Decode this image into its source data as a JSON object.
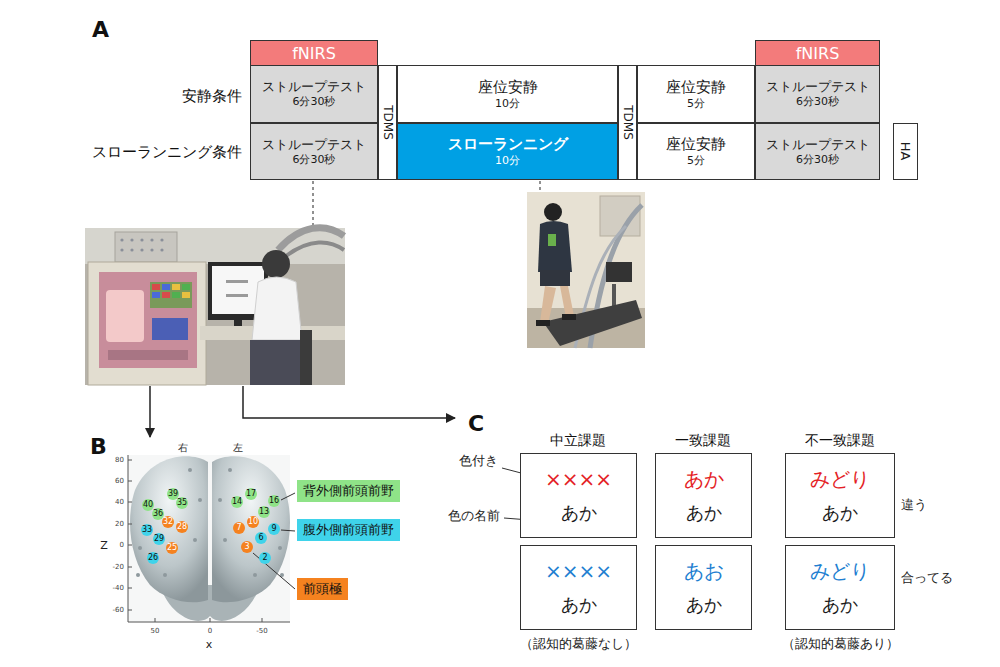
{
  "diagram": {
    "nodes": [
      {
        "text": [
          "fNIRS"
        ]
      },
      {
        "text": [
          "fNIRS"
        ]
      },
      {
        "text": [
          "ストループテスト",
          "6分30秒"
        ]
      },
      {
        "text": [
          "TDMS"
        ]
      },
      {
        "text": [
          "座位安静",
          "10分"
        ]
      },
      {
        "text": [
          "TDMS"
        ]
      },
      {
        "text": [
          "座位安静",
          "5分"
        ]
      },
      {
        "text": [
          "ストループテスト",
          "6分30秒"
        ]
      },
      {
        "text": [
          "ストループテスト",
          "6分30秒"
        ]
      },
      {
        "text": [
          "スローランニング",
          "10分"
        ]
      },
      {
        "text": [
          "座位安静",
          "5分"
        ]
      },
      {
        "text": [
          "ストループテスト",
          "6分30秒"
        ]
      },
      {
        "text": [
          "HA"
        ]
      },
      {
        "text": [
          "××××",
          "あか"
        ]
      },
      {
        "text": [
          "あか",
          "あか"
        ]
      },
      {
        "text": [
          "みどり",
          "あか"
        ]
      },
      {
        "text": [
          "××××",
          "あか"
        ]
      },
      {
        "text": [
          "あお",
          "あか"
        ]
      },
      {
        "text": [
          "みどり",
          "あか"
        ]
      }
    ],
    "labels": [
      "A",
      "安静条件",
      "スローランニング条件",
      "B",
      "右",
      "左",
      "80",
      "60",
      "40",
      "20",
      "0",
      "-20",
      "-40",
      "-60",
      "Z",
      "50",
      "0",
      "-50",
      "x",
      "39",
      "35",
      "40",
      "36",
      "32",
      "28",
      "33",
      "29",
      "25",
      "26",
      "14",
      "17",
      "16",
      "13",
      "10",
      "7",
      "9",
      "6",
      "3",
      "2",
      "C",
      "中立課題",
      "一致課題",
      "不一致課題",
      "色付き",
      "色の名前",
      "違う",
      "合ってる",
      "（認知的葛藤なし）",
      "（認知的葛藤あり）"
    ],
    "legend": [
      {
        "text": "背外側前頭前野",
        "color": "#8fe388"
      },
      {
        "text": "腹外側前頭前野",
        "color": "#3fd3ea"
      },
      {
        "text": "前頭極",
        "color": "#f5821f"
      }
    ]
  }
}
